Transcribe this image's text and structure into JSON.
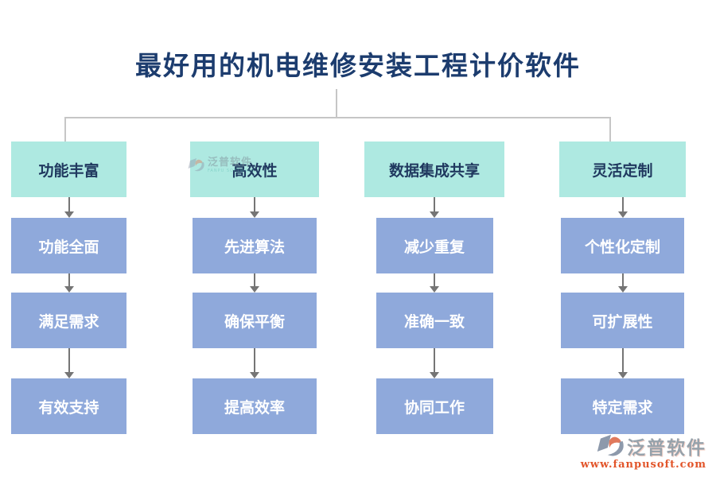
{
  "title": "最好用的机电维修安装工程计价软件",
  "columns": [
    {
      "header": "功能丰富",
      "items": [
        "功能全面",
        "满足需求",
        "有效支持"
      ]
    },
    {
      "header": "高效性",
      "items": [
        "先进算法",
        "确保平衡",
        "提高效率"
      ]
    },
    {
      "header": "数据集成共享",
      "items": [
        "减少重复",
        "准确一致",
        "协同工作"
      ]
    },
    {
      "header": "灵活定制",
      "items": [
        "个性化定制",
        "可扩展性",
        "特定需求"
      ]
    }
  ],
  "watermark": {
    "brand": "泛普软件",
    "sub": "FANPU SOFTWARE"
  },
  "footer_logo": {
    "brand": "泛普软件",
    "url": "www.fanpusoft.com"
  },
  "colors": {
    "header_bg": "#aee9e1",
    "item_bg": "#8fa9db",
    "title_text": "#1c3c6e",
    "connector": "#c6c6c6",
    "arrow": "#757575",
    "logo_gray": "#97a2ab",
    "logo_orange": "#e2552a"
  }
}
